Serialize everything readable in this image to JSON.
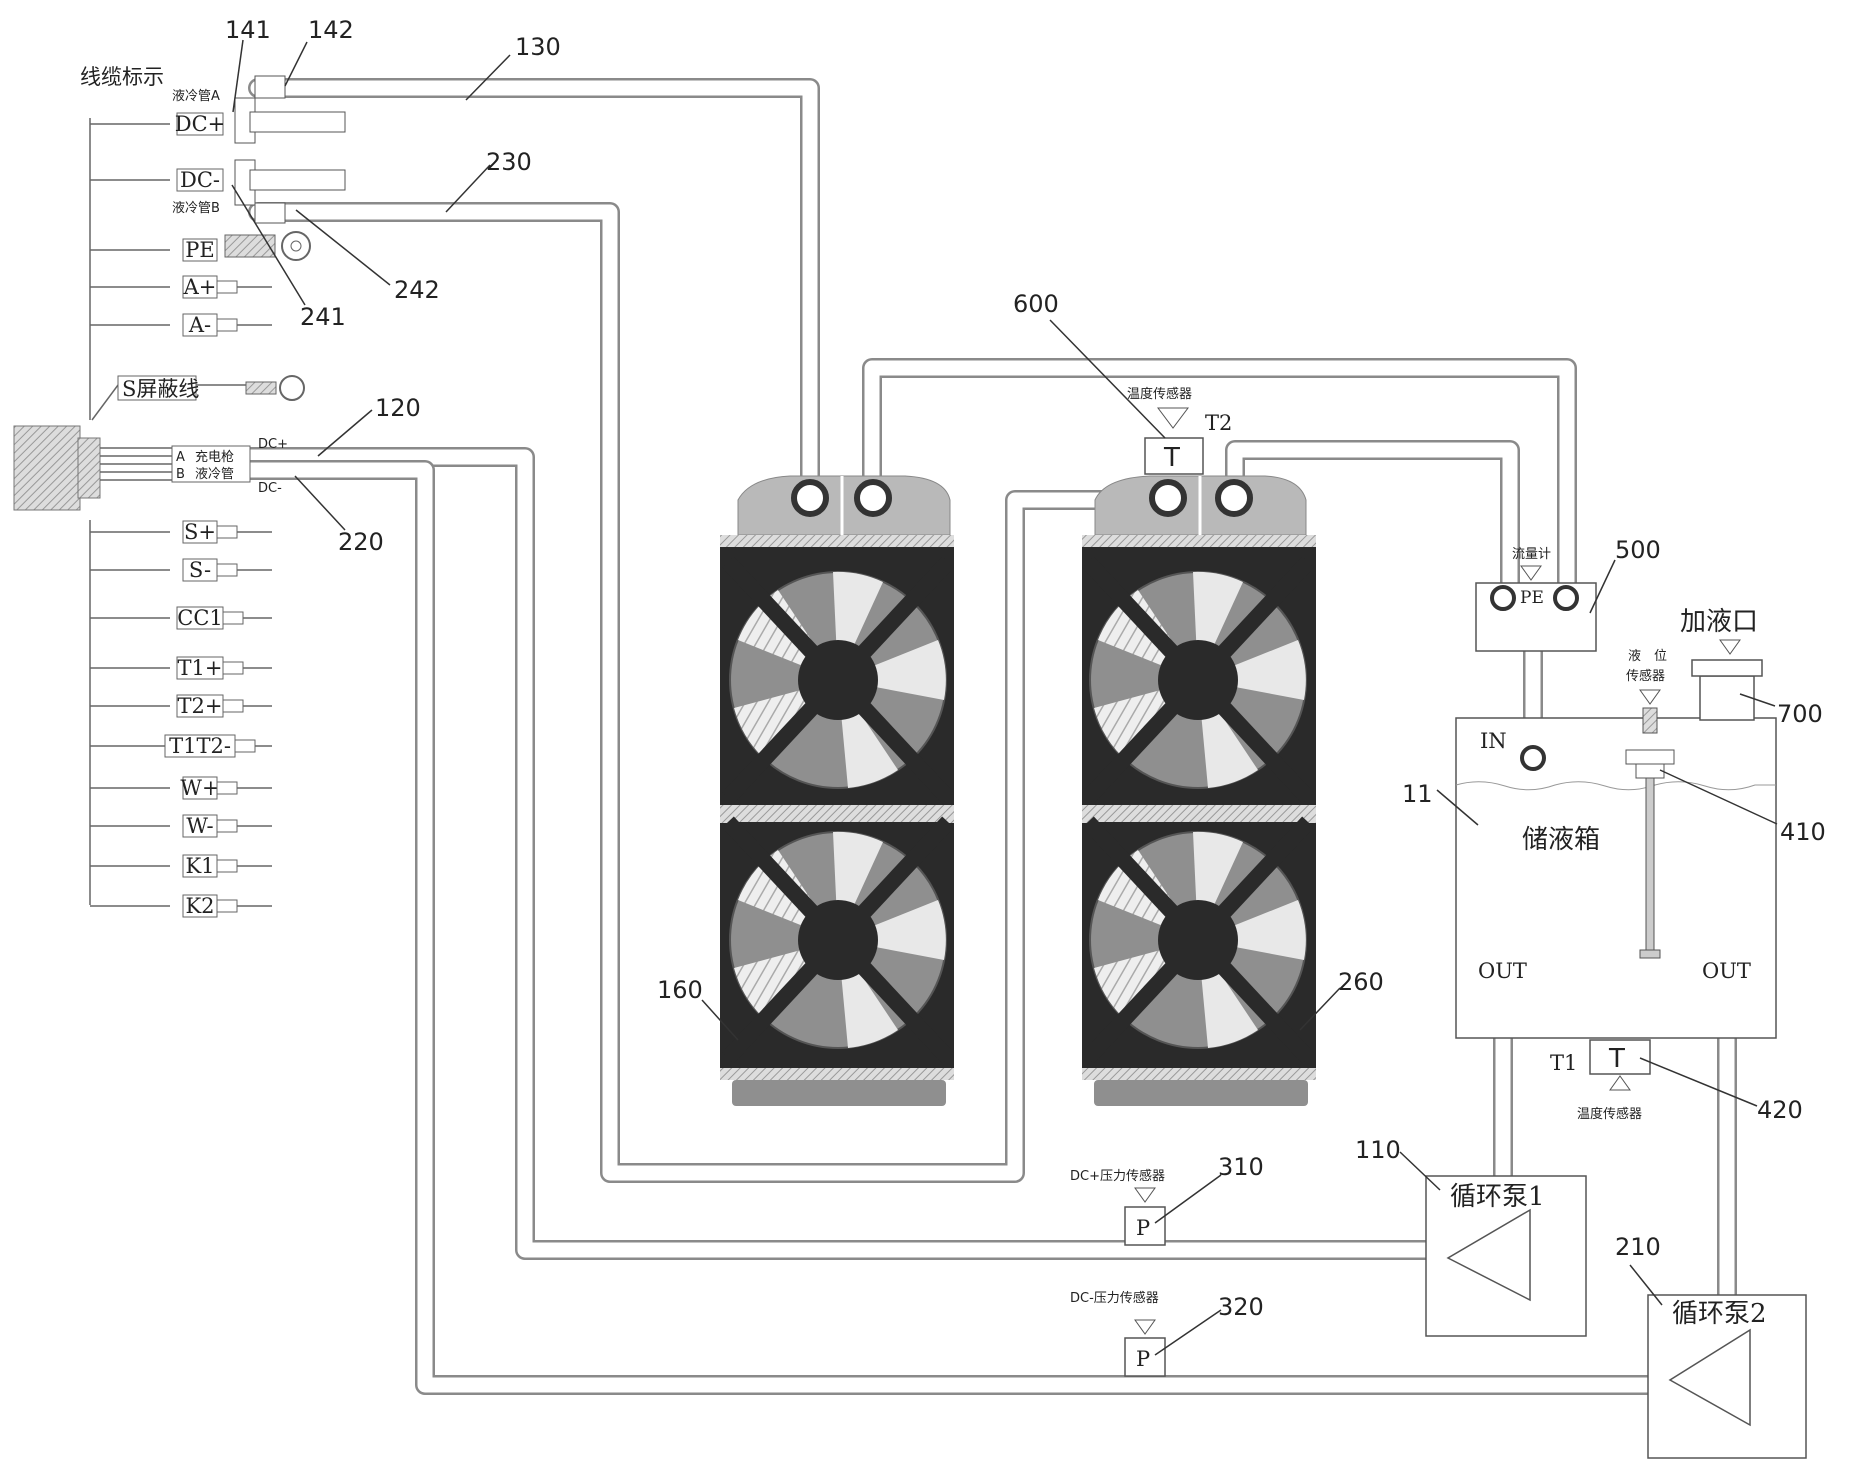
{
  "labels": {
    "cable_marking": "线缆标示",
    "cooling_tube_a": "液冷管A",
    "cooling_tube_b": "液冷管B",
    "shield_wire": "S屏蔽线",
    "gun_a": "A",
    "gun_b": "B",
    "gun_line1": "充电枪",
    "gun_line2": "液冷管",
    "dc_plus_small": "DC+",
    "dc_minus_small": "DC-",
    "temp_sensor_top": "温度传感器",
    "t2": "T2",
    "t_symbol_top": "T",
    "flowmeter": "流量计",
    "flowmeter_pe": "PE",
    "fill_port": "加液口",
    "level_sensor_1": "液　位",
    "level_sensor_2": "传感器",
    "in": "IN",
    "tank": "储液箱",
    "out1": "OUT",
    "out2": "OUT",
    "t1": "T1",
    "t_symbol_bottom": "T",
    "temp_sensor_bottom": "温度传感器",
    "pressure_dc_plus": "DC+压力传感器",
    "pressure_dc_minus": "DC-压力传感器",
    "p1": "P",
    "p2": "P",
    "pump1": "循环泵1",
    "pump2": "循环泵2"
  },
  "terminals": [
    "DC+",
    "DC-",
    "PE",
    "A+",
    "A-",
    "S+",
    "S-",
    "CC1",
    "T1+",
    "T2+",
    "T1T2-",
    "W+",
    "W-",
    "K1",
    "K2"
  ],
  "refs": {
    "r141": "141",
    "r142": "142",
    "r130": "130",
    "r230": "230",
    "r242": "242",
    "r241": "241",
    "r120": "120",
    "r220": "220",
    "r600": "600",
    "r500": "500",
    "r700": "700",
    "r11": "11",
    "r410": "410",
    "r160": "160",
    "r260": "260",
    "r420": "420",
    "r310": "310",
    "r110": "110",
    "r320": "320",
    "r210": "210"
  }
}
